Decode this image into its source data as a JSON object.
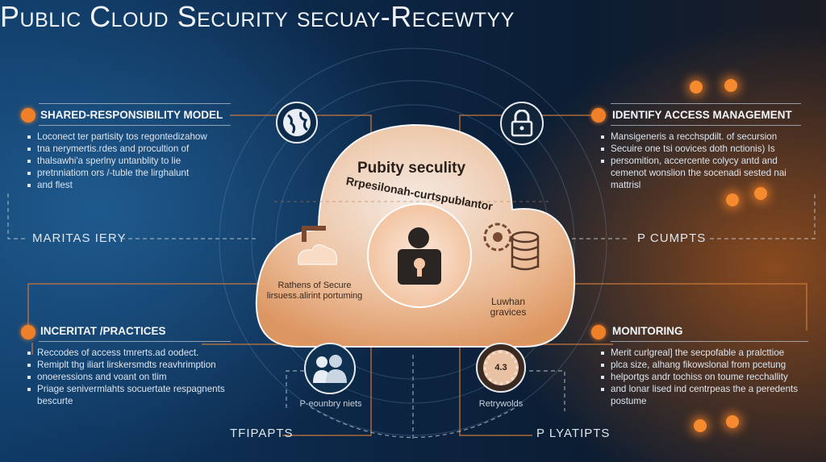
{
  "title": "Public Cloud Security secuay-Recewtyy",
  "panels": {
    "top_left": {
      "heading": "SHARED-RESPONSIBILITY MODEL",
      "bullets": [
        "Loconect ter partisity tos regontedizahow",
        "tna nerymertis.rdes and procultion of",
        "thalsawhi'a sperlny untanblity to lie",
        "pretnniatiom ors /-tuble the lirghalunt",
        "and flest"
      ]
    },
    "top_right": {
      "heading": "IDENTIFY ACCESS MANAGEMENT",
      "bullets": [
        "Mansigeneris a recchspdilt. of secursion",
        "Secuire one tsi oovices doth nctionis) Is",
        "persomition, accercente colycy antd and cemenot wonslion the socenadi sested nai mattrisl"
      ]
    },
    "bottom_left": {
      "heading": "INCERITAT /PRACTICES",
      "bullets": [
        "Reccodes of access tmrerts.ad oodect.",
        "Remiplt thg iliart lirskersmdts reavhrimption",
        "onoeressions  and voant on tlim",
        "Priage senivermlahts socuertate respagnents bescurte"
      ]
    },
    "bottom_right": {
      "heading": "MONITORING",
      "bullets": [
        "Merit curlgreal] the secpofable a pralcttioe",
        "plca size, alhang fikowslonal from pcetung",
        "helportgs andr tochiss on toume recchallity",
        "and lonar lised ind centrpeas the a peredents postume"
      ]
    }
  },
  "side_labels": {
    "left": "MARITAS IERY",
    "right": "P CUMPTS",
    "bottom_left": "TFIPAPTS",
    "bottom_right": "P LYATIPTS"
  },
  "cloud": {
    "title": "Pubity seculity",
    "ring_text": "Rrpesilonah-curtspublantor",
    "left_caption": "Rathens of Secure lirsuess.alirint portuming",
    "right_caption": "Luwhan gravices"
  },
  "bottom_icons": {
    "people_caption": "P-eounbry niets",
    "gear_caption": "Retrywolds",
    "gear_value": "4.3"
  },
  "colors": {
    "accent": "#f07f2a",
    "cloud": "#f6c9a6"
  }
}
